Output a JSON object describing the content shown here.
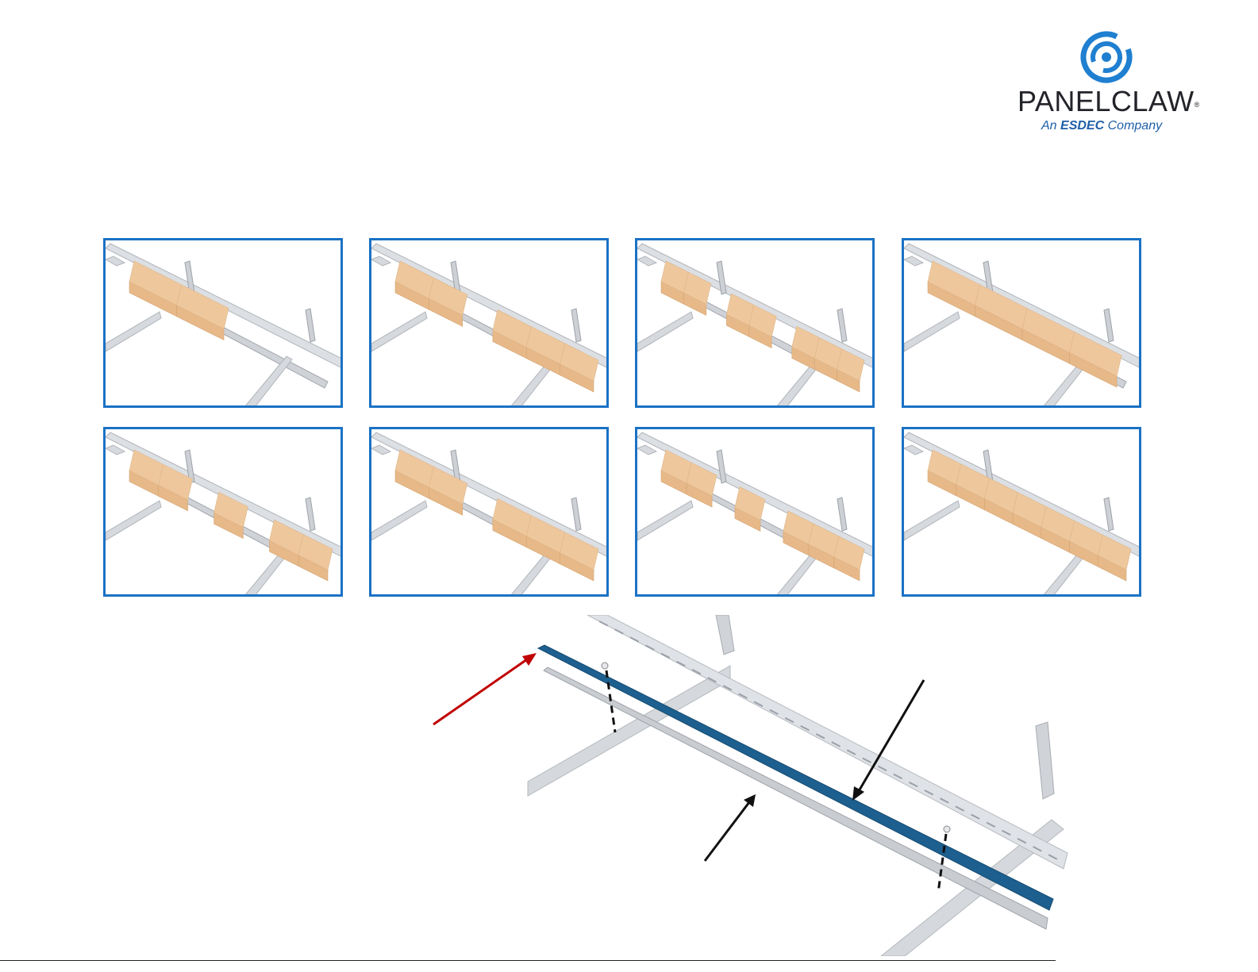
{
  "logo": {
    "wordmark": "PANELCLAW",
    "registered": "®",
    "tagline_prefix": "An",
    "tagline_brand": "ESDEC",
    "tagline_suffix": "Company",
    "colors": {
      "mark": "#1f7fd0",
      "word": "#23242a",
      "tagline": "#1f5fa8"
    }
  },
  "panels": [
    {
      "id": 1,
      "row": 1,
      "ballast_groups": [
        2
      ]
    },
    {
      "id": 2,
      "row": 1,
      "ballast_groups": [
        2,
        3
      ]
    },
    {
      "id": 3,
      "row": 1,
      "ballast_groups": [
        2,
        2,
        3
      ]
    },
    {
      "id": 4,
      "row": 1,
      "ballast_groups": [
        4
      ]
    },
    {
      "id": 5,
      "row": 2,
      "ballast_groups": [
        2,
        1,
        2
      ]
    },
    {
      "id": 6,
      "row": 2,
      "ballast_groups": [
        2,
        3
      ]
    },
    {
      "id": 7,
      "row": 2,
      "ballast_groups": [
        2,
        1,
        3
      ]
    },
    {
      "id": 8,
      "row": 2,
      "ballast_groups": [
        7
      ]
    }
  ],
  "colors": {
    "panel_border": "#1b72c4",
    "ballast_block": "#eec89c",
    "rail": "#c8ccd2",
    "highlight_rail": "#1d5f8e",
    "red_arrow": "#c00000",
    "black_arrow": "#111111"
  }
}
